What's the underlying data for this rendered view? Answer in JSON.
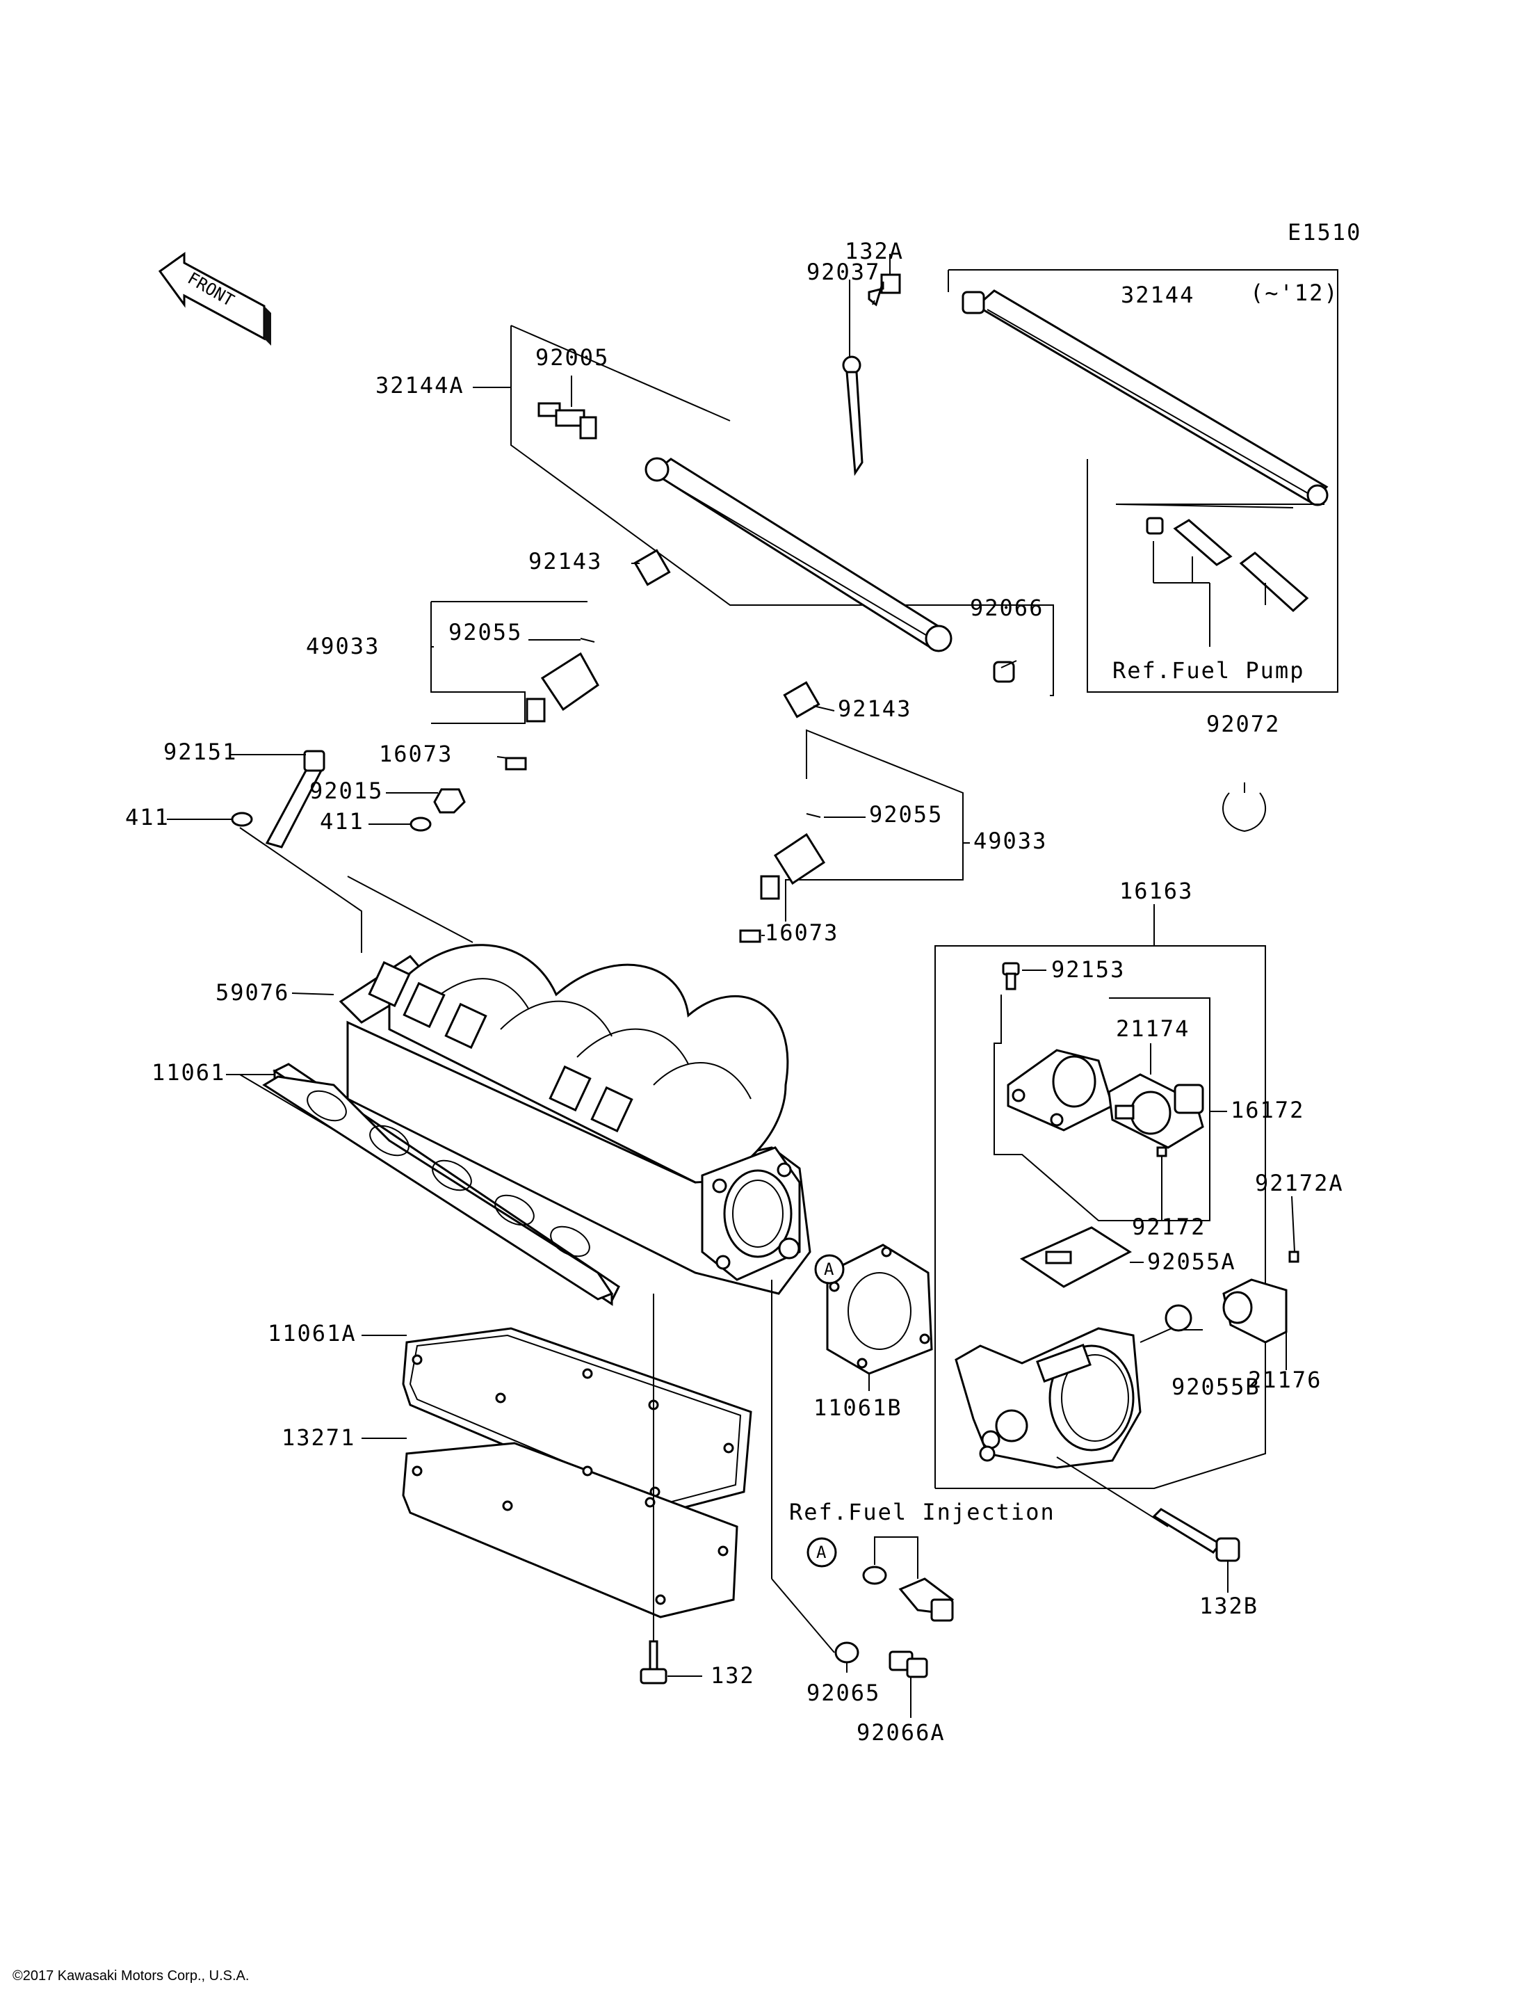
{
  "diagram_code": "E1510",
  "front_label": "FRONT",
  "copyright": "©2017 Kawasaki Motors Corp., U.S.A.",
  "variant_note": "(~'12)",
  "references": {
    "fuel_pump": "Ref.Fuel Pump",
    "fuel_injection": "Ref.Fuel Injection"
  },
  "circle_ref": "A",
  "parts": {
    "p132A": "132A",
    "p92037": "92037",
    "p32144A": "32144A",
    "p92005": "92005",
    "p32144": "32144",
    "p92143a": "92143",
    "p92143b": "92143",
    "p92066": "92066",
    "p49033a": "49033",
    "p92055a": "92055",
    "p92055b": "92055",
    "p49033b": "49033",
    "p92151": "92151",
    "p16073a": "16073",
    "p16073b": "16073",
    "p92015": "92015",
    "p411a": "411",
    "p411b": "411",
    "p92072": "92072",
    "p16163": "16163",
    "p92153": "92153",
    "p21174": "21174",
    "p16172": "16172",
    "p92172": "92172",
    "p92172A": "92172A",
    "p59076": "59076",
    "p11061": "11061",
    "p92055A": "92055A",
    "p92055B": "92055B",
    "p21176": "21176",
    "p11061A": "11061A",
    "p11061B": "11061B",
    "p13271": "13271",
    "p132B": "132B",
    "p132": "132",
    "p92065": "92065",
    "p92066A": "92066A"
  }
}
